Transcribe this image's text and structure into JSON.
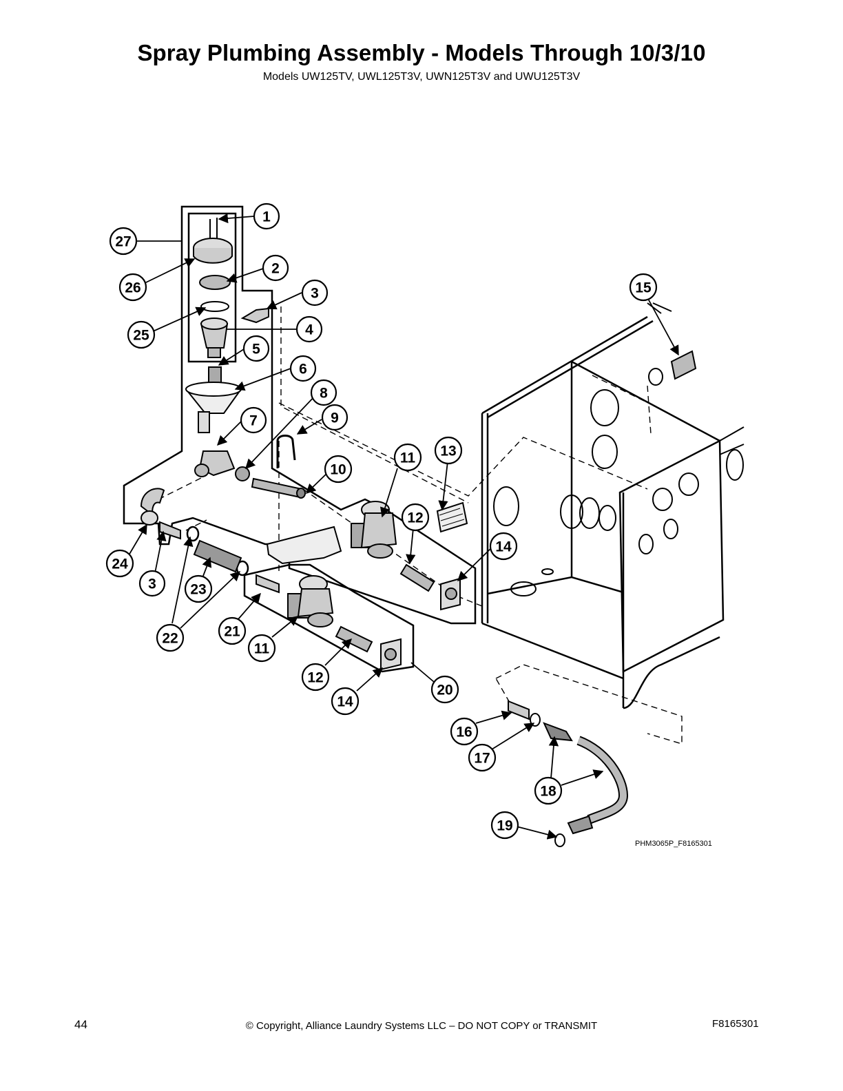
{
  "header": {
    "title": "Spray Plumbing Assembly - Models Through 10/3/10",
    "subtitle": "Models UW125TV, UWL125T3V, UWN125T3V and UWU125T3V"
  },
  "figure": {
    "figure_id": "PHM3065P_F8165301",
    "callouts": [
      "1",
      "2",
      "3",
      "4",
      "5",
      "6",
      "7",
      "8",
      "9",
      "10",
      "11",
      "12",
      "13",
      "14",
      "15",
      "27",
      "26",
      "25",
      "24",
      "3",
      "23",
      "22",
      "21",
      "11",
      "12",
      "14",
      "20",
      "16",
      "17",
      "18",
      "19"
    ]
  },
  "footer": {
    "page_number": "44",
    "copyright": "© Copyright, Alliance Laundry Systems LLC – DO NOT COPY or TRANSMIT",
    "doc_number": "F8165301"
  }
}
